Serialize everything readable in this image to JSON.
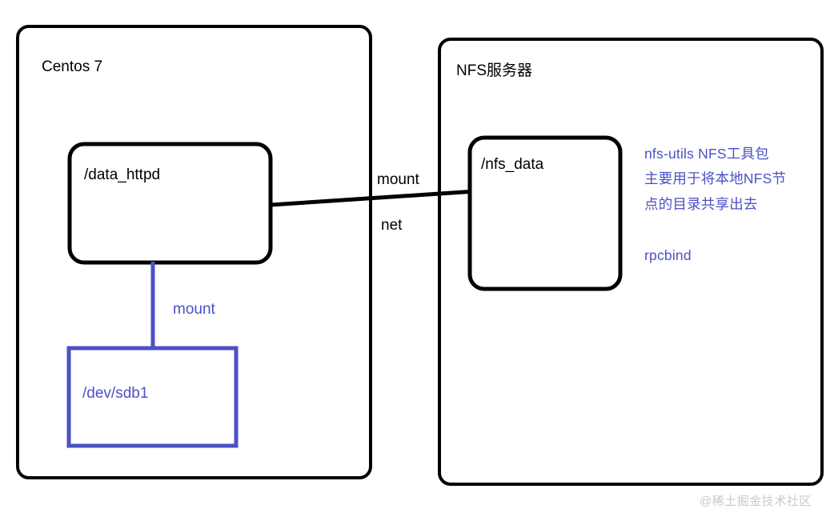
{
  "diagram": {
    "type": "network-architecture-diagram",
    "colors": {
      "stroke_black": "#000000",
      "accent_blue": "#4b51c4",
      "background": "#ffffff"
    },
    "hosts": [
      {
        "id": "centos",
        "title": "Centos 7"
      },
      {
        "id": "nfs-server",
        "title": "NFS服务器"
      }
    ],
    "boxes": [
      {
        "id": "data-httpd",
        "label": "/data_httpd",
        "style": "black-rounded"
      },
      {
        "id": "dev-sdb1",
        "label": "/dev/sdb1",
        "style": "blue-rect"
      },
      {
        "id": "nfs-data",
        "label": "/nfs_data",
        "style": "black-rounded"
      }
    ],
    "connections": [
      {
        "id": "network-link",
        "from": "data-httpd",
        "to": "nfs-data",
        "label_above": "mount",
        "label_below": "net",
        "color": "#000000"
      },
      {
        "id": "local-mount-link",
        "from": "data-httpd",
        "to": "dev-sdb1",
        "label": "mount",
        "color": "#4b51c4"
      }
    ],
    "notes": {
      "package_lines": [
        "nfs-utils NFS工具包",
        "主要用于将本地NFS节",
        "点的目录共享出去"
      ],
      "service": "rpcbind"
    },
    "watermark": "@稀土掘金技术社区"
  }
}
